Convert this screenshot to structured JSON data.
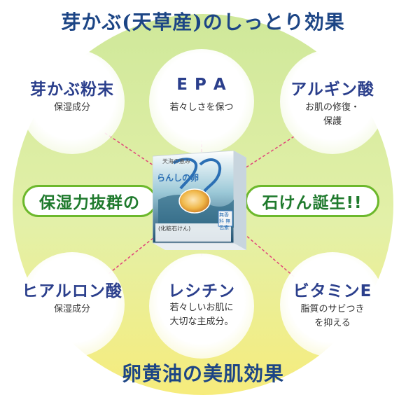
{
  "header": {
    "title": "芽かぶ(天草産)のしっとり効果"
  },
  "footer": {
    "title": "卵黄油の美肌効果"
  },
  "center": {
    "left_pill": "保湿力抜群の",
    "right_pill": "石けん誕生!!"
  },
  "bubbles": [
    {
      "title": "芽かぶ粉末",
      "desc": "保湿成分"
    },
    {
      "title": "E P A",
      "desc": "若々しさを保つ"
    },
    {
      "title": "アルギン酸",
      "desc": "お肌の修復・\n保護"
    },
    {
      "title": "ヒアルロン酸",
      "desc": "保湿成分"
    },
    {
      "title": "レシチン",
      "desc": "若々しいお肌に\n大切な主成分。"
    },
    {
      "title": "ビタミンE",
      "desc": "脂質のサビつき\nを抑える"
    }
  ],
  "product": {
    "tagline": "天海の恵み",
    "logo": "らんしの卵",
    "badge": "無香料 無色素",
    "label": "(化粧石けん)"
  },
  "colors": {
    "title": "#1c4585",
    "bubble_title": "#2b3f8c",
    "pill_border": "#6cb82c",
    "pill_text": "#1f7a2d",
    "top_green": "#c9e48a",
    "bottom_yellow": "#f4ea7a",
    "dash": "#e0457a"
  }
}
